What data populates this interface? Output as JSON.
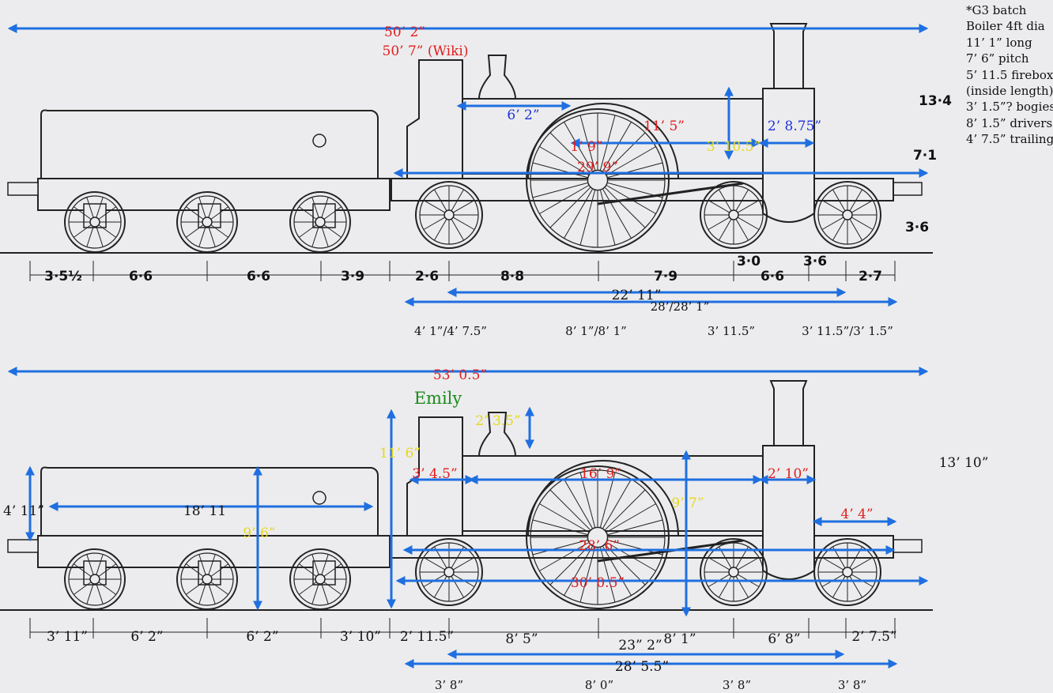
{
  "notes": [
    "*G3 batch",
    "Boiler 4ft dia",
    "11’ 1” long",
    "7’ 6” pitch",
    "5’ 11.5 firebox",
    "(inside length)",
    "3’ 1.5”? bogies",
    "8’ 1.5” drivers",
    "4’ 7.5” trailing"
  ],
  "top": {
    "overall_length": "50’ 2”",
    "overall_length_wiki": "50’ 7” (Wiki)",
    "cab_to_boiler": "6’ 2”",
    "boiler_barrel": "11’ 5”",
    "smokebox": "2’ 8.75”",
    "dim_1_9": "1’ 9”",
    "height_3_10_5": "3’ 10.5”",
    "engine_length": "29’ 9”",
    "orig_heights": [
      "13·4",
      "7·1",
      "3·6"
    ],
    "orig_wheelbase": [
      "3·5½",
      "6·6",
      "6·6",
      "3·9",
      "2·6",
      "8·8",
      "7·9",
      "3·0",
      "6·6",
      "3·6",
      "2·7"
    ],
    "engine_wheelbase": "22’ 11”",
    "wheelbase_total": "28’/28’ 1”",
    "wheel_dias": [
      "4’ 1”/4’ 7.5”",
      "8’ 1”/8’ 1”",
      "3’ 11.5”",
      "3’ 11.5”/3’ 1.5”"
    ]
  },
  "bottom": {
    "overall_length": "53’ 0.5”",
    "name": "Emily",
    "dome_height": "2’ 3.5”",
    "cab_height": "11’ 6”",
    "total_height": "13’ 10”",
    "cab_rear": "3’ 4.5”",
    "boiler": "16’ 9”",
    "smokebox": "2’ 10”",
    "tender_tank_height": "4’ 11”",
    "tender_tank_length": "18’ 11",
    "tender_height": "9’ 6”",
    "driver_height": "9’ 7”",
    "front_overhang": "4’ 4”",
    "frame_length": "28’ 6”",
    "engine_length": "30’ 0.5”",
    "tender_wheelbase": [
      "3’ 11”",
      "6’ 2”",
      "6’ 2”",
      "3’ 10”"
    ],
    "engine_wheelbase": [
      "2’ 11.5”",
      "8’ 5”",
      "8’ 1”",
      "6’ 8”",
      "2’ 7.5”"
    ],
    "engine_wheelbase_total": "23” 2”",
    "wheelbase_total": "28’ 5.5”",
    "wheel_dias": [
      "3’ 8”",
      "8’ 0”",
      "3’ 8”",
      "3’ 8”"
    ]
  },
  "colors": {
    "arrow": "#1f6fe0",
    "blue_text": "#1f33d9",
    "red_text": "#e21d1d",
    "yellow_text": "#e6d817",
    "green_text": "#1a8a1a",
    "line": "#222222",
    "background": "#ececee"
  }
}
